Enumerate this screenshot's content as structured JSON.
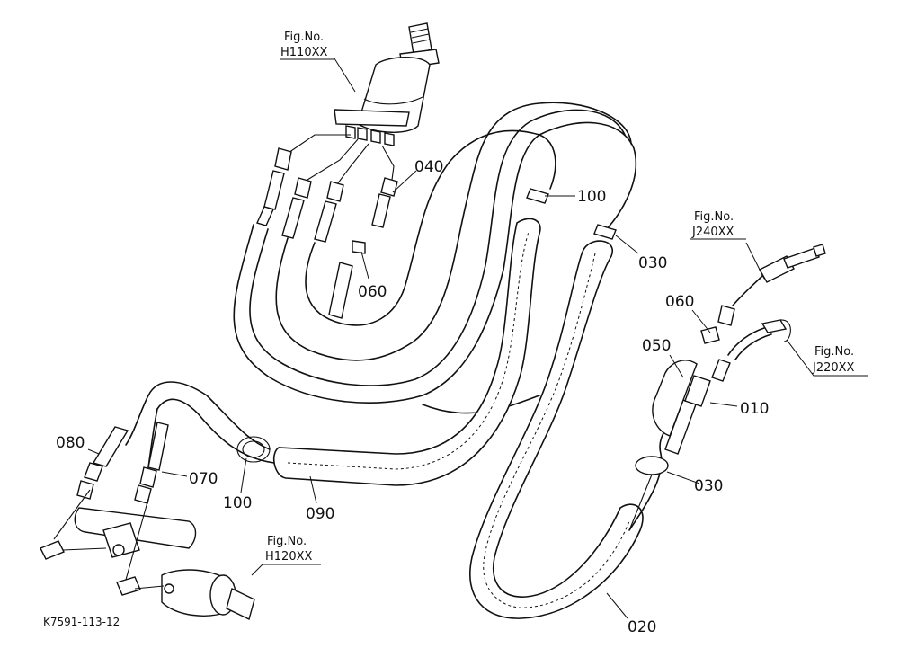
{
  "drawing_code": "K7591-113-12",
  "figure_refs": [
    {
      "label": "Fig.No.",
      "code": "H110XX"
    },
    {
      "label": "Fig.No.",
      "code": "J240XX"
    },
    {
      "label": "Fig.No.",
      "code": "J220XX"
    },
    {
      "label": "Fig.No.",
      "code": "H120XX"
    }
  ],
  "parts": [
    {
      "number": "040"
    },
    {
      "number": "100"
    },
    {
      "number": "030"
    },
    {
      "number": "060"
    },
    {
      "number": "060"
    },
    {
      "number": "050"
    },
    {
      "number": "010"
    },
    {
      "number": "030"
    },
    {
      "number": "080"
    },
    {
      "number": "070"
    },
    {
      "number": "100"
    },
    {
      "number": "090"
    },
    {
      "number": "020"
    }
  ]
}
